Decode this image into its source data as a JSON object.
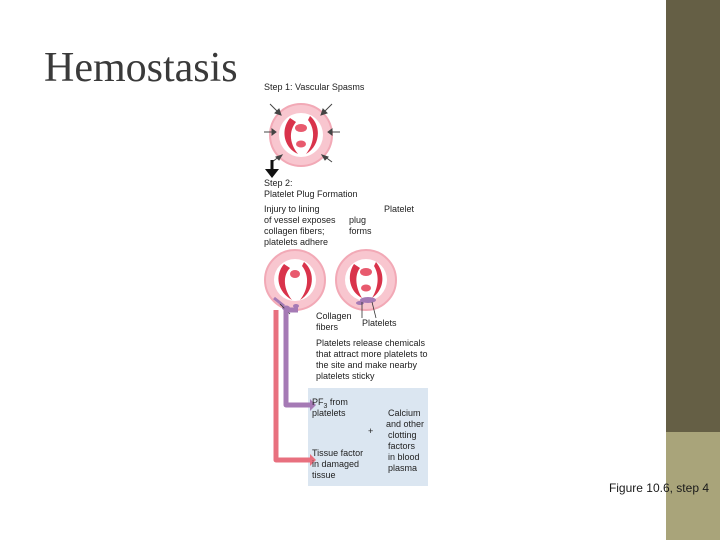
{
  "slide": {
    "title": "Hemostasis",
    "caption": "Figure 10.6, step 4",
    "colors": {
      "sidebar_dark": "#655f45",
      "sidebar_light": "#a9a47a",
      "blood_red": "#d9334b",
      "vessel_pink": "#f2a9b6",
      "platelet_purple": "#a57ab5",
      "arrow_pink": "#e8707f",
      "plasma_blue": "#dbe6f1"
    }
  },
  "figure": {
    "step1_label": "Step 1: Vascular Spasms",
    "step2_label": "Step 2:",
    "step2_title": "Platelet Plug Formation",
    "injury_line1": "Injury to lining",
    "injury_line2": "of vessel exposes",
    "injury_line3": "collagen fibers;",
    "injury_line4": "platelets adhere",
    "plug_line1": "Platelet",
    "plug_line2": "plug",
    "plug_line3": "forms",
    "collagen_line1": "Collagen",
    "collagen_line2": "fibers",
    "platelets_label": "Platelets",
    "release_line1": "Platelets release chemicals",
    "release_line2": "that attract more platelets to",
    "release_line3": "the site and make nearby",
    "release_line4": "platelets sticky",
    "pf3_prefix": "PF",
    "pf3_sub": "3",
    "pf3_suffix": " from",
    "pf3_line2": "platelets",
    "plus_sign": "+",
    "tissue_line1": "Tissue factor",
    "tissue_line2": "in damaged",
    "tissue_line3": "tissue",
    "calcium_line1": "Calcium",
    "calcium_line2": "and other",
    "calcium_line3": "clotting",
    "calcium_line4": "factors",
    "calcium_line5": "in blood",
    "calcium_line6": "plasma"
  }
}
